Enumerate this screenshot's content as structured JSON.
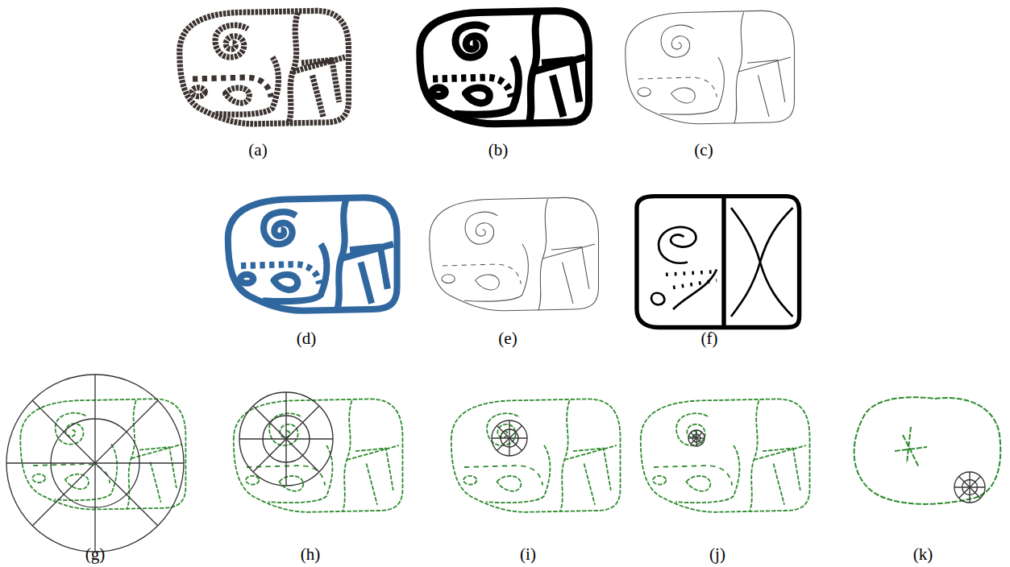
{
  "diagram": {
    "labels": [
      "(a)",
      "(b)",
      "(c)",
      "(d)",
      "(e)",
      "(f)",
      "(g)",
      "(h)",
      "(i)",
      "(j)",
      "(k)"
    ]
  }
}
